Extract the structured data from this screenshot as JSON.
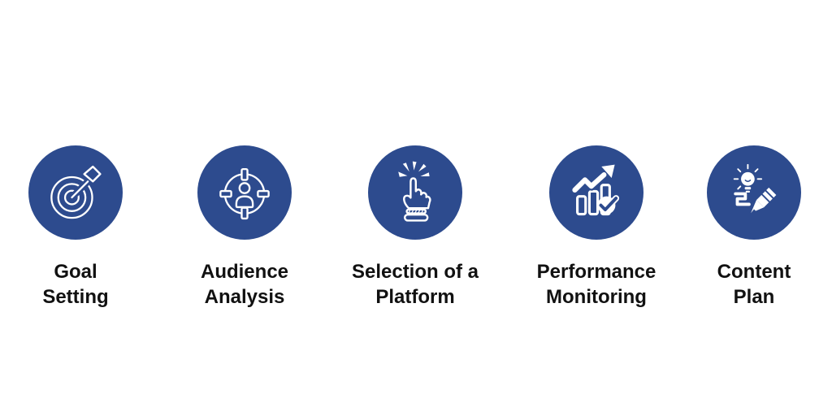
{
  "title": "Social media strategy steps infographic",
  "colors": {
    "circle_fill": "#2d4b8e",
    "icon_stroke": "#ffffff",
    "label_text": "#111111",
    "background": "#ffffff"
  },
  "steps": [
    {
      "id": "goal-setting",
      "icon": "target-dart-icon",
      "label_line1": "Goal",
      "label_line2": "Setting"
    },
    {
      "id": "audience-analysis",
      "icon": "audience-target-icon",
      "label_line1": "Audience",
      "label_line2": "Analysis"
    },
    {
      "id": "selection-of-a-platform",
      "icon": "click-hand-icon",
      "label_line1": "Selection of a",
      "label_line2": "Platform"
    },
    {
      "id": "performance-monitoring",
      "icon": "growth-chart-check-icon",
      "label_line1": "Performance",
      "label_line2": "Monitoring"
    },
    {
      "id": "content-plan",
      "icon": "idea-pencil-icon",
      "label_line1": "Content",
      "label_line2": "Plan"
    }
  ]
}
